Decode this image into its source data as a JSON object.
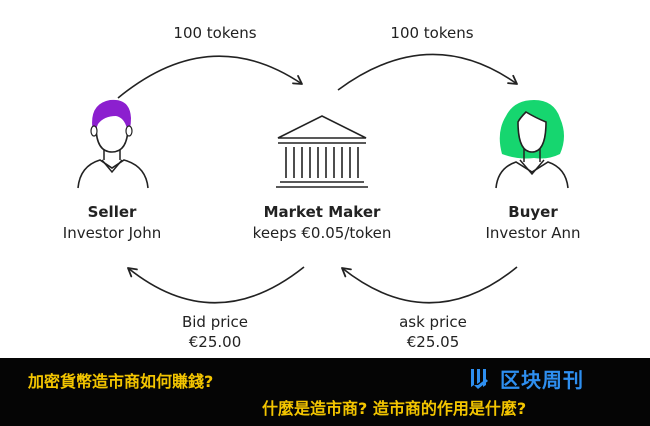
{
  "diagram": {
    "top_left_label": "100 tokens",
    "top_right_label": "100 tokens",
    "seller": {
      "role": "Seller",
      "name": "Investor John"
    },
    "market_maker": {
      "role": "Market Maker",
      "note": "keeps €0.05/token"
    },
    "buyer": {
      "role": "Buyer",
      "name": "Investor Ann"
    },
    "bid": {
      "label": "Bid price",
      "value": "€25.00"
    },
    "ask": {
      "label": "ask price",
      "value": "€25.05"
    },
    "colors": {
      "seller_hair": "#8c1fcf",
      "buyer_hair": "#16d66f",
      "line": "#222222"
    }
  },
  "banner": {
    "line1": "加密貨幣造市商如何賺錢?",
    "line2": "什麼是造市商? 造市商的作用是什麼?",
    "logo_text": "区块周刊",
    "text_color": "#f3c500",
    "logo_color": "#2e8ff0"
  }
}
